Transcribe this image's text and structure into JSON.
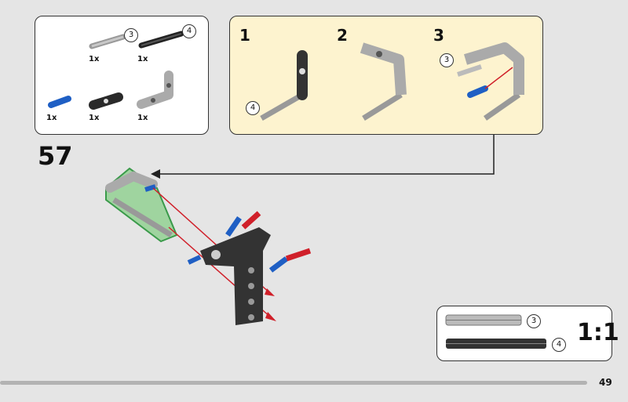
{
  "parts_list": {
    "items": [
      {
        "name": "axle-3-light-gray",
        "qty": "1x",
        "length_callout": "3"
      },
      {
        "name": "axle-4-black",
        "qty": "1x",
        "length_callout": "4"
      },
      {
        "name": "pin-blue",
        "qty": "1x"
      },
      {
        "name": "beam-3-black",
        "qty": "1x"
      },
      {
        "name": "angle-beam-light-gray",
        "qty": "1x"
      }
    ]
  },
  "substeps": [
    {
      "number": "1",
      "callout": "4"
    },
    {
      "number": "2"
    },
    {
      "number": "3",
      "callout": "3"
    }
  ],
  "step_number": "57",
  "scale_box": {
    "callouts": [
      "3",
      "4"
    ],
    "ratio": "1:1"
  },
  "page_number": "49",
  "colors": {
    "background": "#e5e5e5",
    "substep_bg": "#fdf3cf",
    "arrow_red": "#d0202a",
    "highlight_green": "#3a9a4a",
    "pin_blue": "#1f5fc4"
  }
}
